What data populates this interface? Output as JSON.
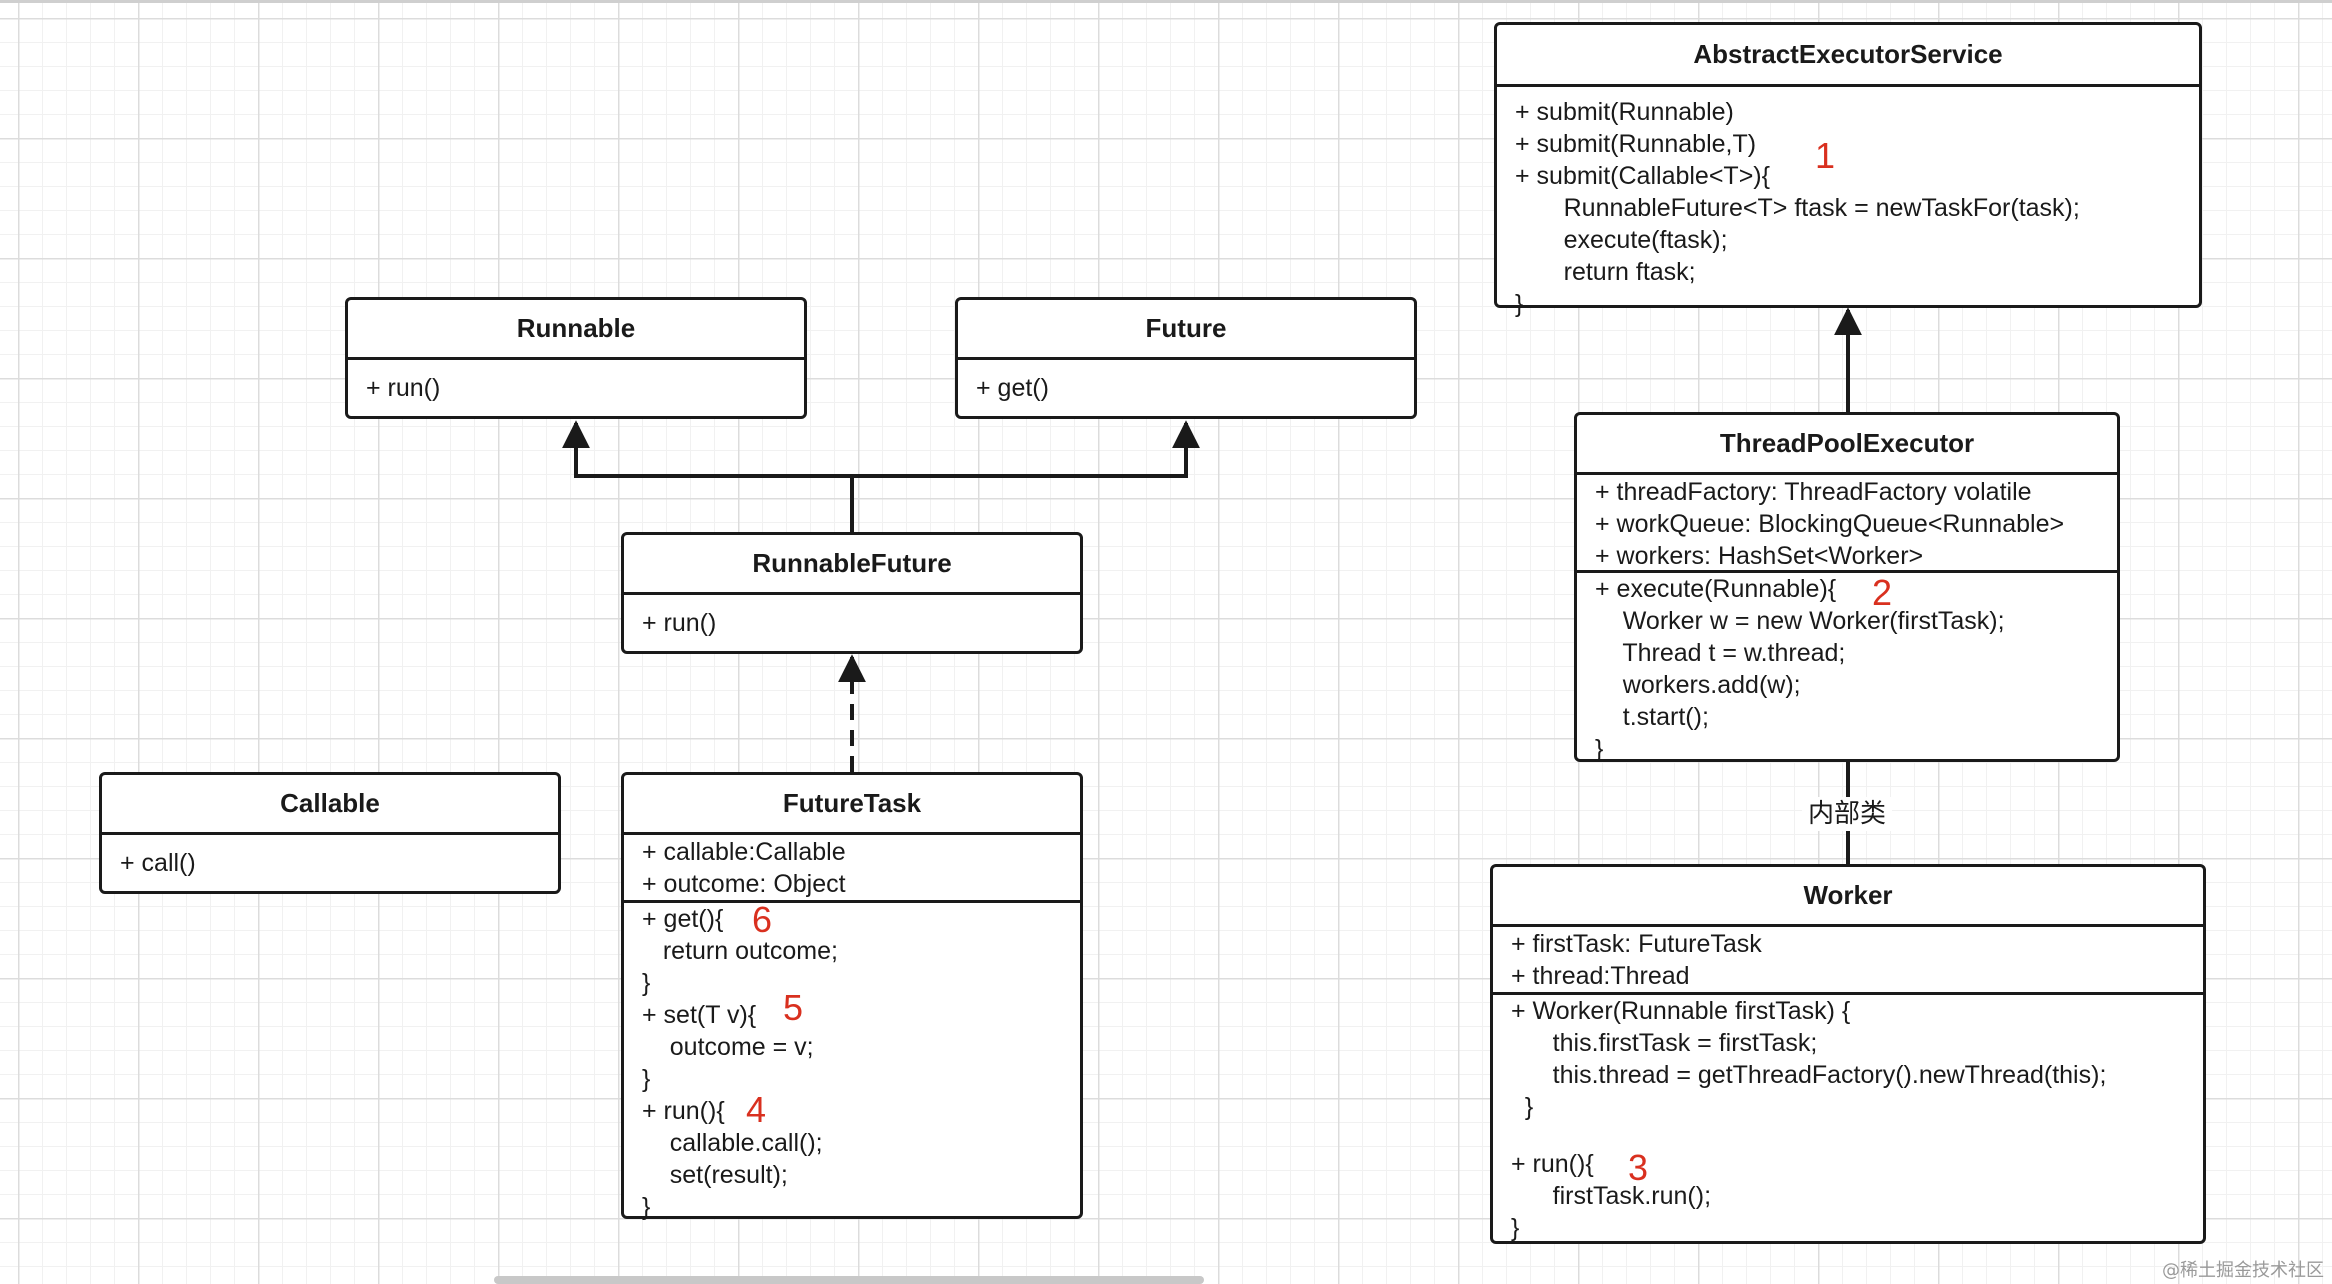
{
  "classes": {
    "runnable": {
      "name": "Runnable",
      "members": [
        "+ run()"
      ]
    },
    "future": {
      "name": "Future",
      "members": [
        "+ get()"
      ]
    },
    "runnable_future": {
      "name": "RunnableFuture",
      "members": [
        "+ run()"
      ]
    },
    "callable": {
      "name": "Callable",
      "members": [
        "+ call()"
      ]
    },
    "future_task": {
      "name": "FutureTask",
      "fields": [
        "+ callable:Callable",
        "+ outcome: Object"
      ],
      "methods": [
        "+ get(){",
        "   return outcome;",
        "}",
        "+ set(T v){",
        "    outcome = v;",
        "}",
        "+ run(){",
        "    callable.call();",
        "    set(result);",
        "}"
      ]
    },
    "abstract_executor_service": {
      "name": "AbstractExecutorService",
      "methods": [
        "+ submit(Runnable)",
        "+ submit(Runnable,T)",
        "+ submit(Callable<T>){",
        "       RunnableFuture<T> ftask = newTaskFor(task);",
        "       execute(ftask);",
        "       return ftask;",
        "}"
      ]
    },
    "thread_pool_executor": {
      "name": "ThreadPoolExecutor",
      "fields": [
        "+ threadFactory: ThreadFactory volatile",
        "+ workQueue: BlockingQueue<Runnable>",
        "+ workers: HashSet<Worker>"
      ],
      "methods": [
        "+ execute(Runnable){",
        "    Worker w = new Worker(firstTask);",
        "    Thread t = w.thread;",
        "    workers.add(w);",
        "    t.start();",
        "}"
      ]
    },
    "worker": {
      "name": "Worker",
      "fields": [
        "+ firstTask: FutureTask",
        "+ thread:Thread"
      ],
      "methods": [
        "+ Worker(Runnable firstTask) {",
        "      this.firstTask = firstTask;",
        "      this.thread = getThreadFactory().newThread(this);",
        "  }",
        "",
        "+ run(){",
        "      firstTask.run();",
        "}"
      ]
    }
  },
  "step_numbers": [
    "1",
    "2",
    "3",
    "4",
    "5",
    "6"
  ],
  "edge_label": "内部类",
  "watermark": "@稀土掘金技术社区",
  "colors": {
    "line": "#1a1a1a",
    "step_number": "#d9301f",
    "grid": "#dcdcdc"
  }
}
